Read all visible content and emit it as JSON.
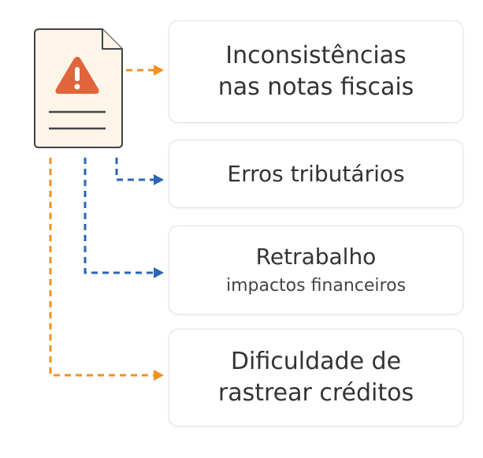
{
  "items": [
    {
      "lines": [
        "Inconsistências",
        "nas notas fiscais"
      ],
      "connector_color": "#f0921e"
    },
    {
      "lines": [
        "Erros tributários"
      ],
      "connector_color": "#2a66b5"
    },
    {
      "lines": [
        "Retrabalho"
      ],
      "sub": "impactos financeiros",
      "connector_color": "#2a66b5"
    },
    {
      "lines": [
        "Dificuldade de",
        "rastrear créditos"
      ],
      "connector_color": "#f0921e"
    }
  ],
  "colors": {
    "orange": "#f0921e",
    "blue": "#2a66b5",
    "warning": "#e0653a",
    "document_fill": "#fdf5e8",
    "document_stroke": "#444444"
  },
  "icons": [
    "document-warning-icon",
    "arrow-head-icon"
  ]
}
